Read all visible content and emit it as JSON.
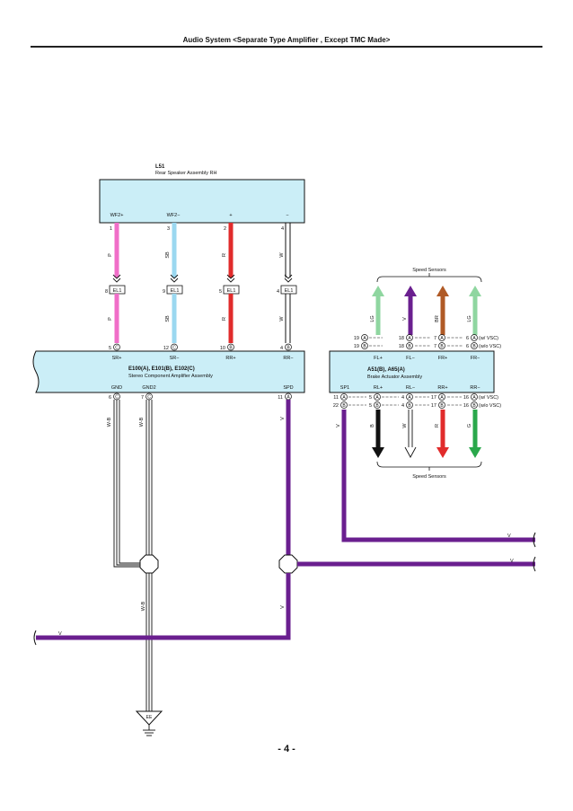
{
  "header": {
    "title": "Audio System <Separate Type Amplifier , Except TMC Made>"
  },
  "page_number": "- 4 -",
  "colors": {
    "component_fill": "#cbeef7",
    "pink": "#f06ec8",
    "sky_blue": "#9bd8f0",
    "red": "#e12b2b",
    "violet": "#6a1f8f",
    "light_green": "#8fd6a0",
    "brown": "#b05a26",
    "green": "#2aa84b",
    "black": "#111111"
  },
  "speaker": {
    "code": "L51",
    "name": "Rear Speaker Assembly RH",
    "pins": [
      {
        "label": "WF2+",
        "num": "1",
        "wire": "P"
      },
      {
        "label": "WF2−",
        "num": "3",
        "wire": "SB"
      },
      {
        "label": "+",
        "num": "2",
        "wire": "R"
      },
      {
        "label": "−",
        "num": "4",
        "wire": "W"
      }
    ]
  },
  "connectors": [
    {
      "pin": "8",
      "name": "EL1"
    },
    {
      "pin": "9",
      "name": "EL1"
    },
    {
      "pin": "5",
      "name": "EL1"
    },
    {
      "pin": "4",
      "name": "EL1"
    }
  ],
  "amplifier": {
    "codes": "E100(A), E101(B), E102(C)",
    "name": "Stereo Component Amplifier Assembly",
    "top_pins": [
      {
        "num": "5",
        "conn": "C",
        "label": "SR+"
      },
      {
        "num": "12",
        "conn": "C",
        "label": "SR−"
      },
      {
        "num": "10",
        "conn": "B",
        "label": "RR+"
      },
      {
        "num": "4",
        "conn": "B",
        "label": "RR−"
      }
    ],
    "bottom_pins": [
      {
        "num": "6",
        "conn": "C",
        "label": "GND",
        "wire": "W-B"
      },
      {
        "num": "7",
        "conn": "C",
        "label": "GND2",
        "wire": "W-B"
      },
      {
        "num": "11",
        "conn": "A",
        "label": "SPD",
        "wire": "V"
      }
    ]
  },
  "actuator": {
    "codes": "A51(B), A65(A)",
    "name": "Brake Actuator Assembly",
    "speed_sensors_label": "Speed Sensors",
    "top_labels": [
      "FL+",
      "FL−",
      "FR+",
      "FR−"
    ],
    "bottom_labels": [
      "SP1",
      "RL+",
      "RL−",
      "RR+",
      "RR−"
    ],
    "top_wires": [
      "LG",
      "V",
      "BR",
      "LG"
    ],
    "bottom_wires": [
      "B",
      "W",
      "R",
      "G"
    ],
    "sp1_wire": "V",
    "top_rows": [
      {
        "pins": [
          "19",
          "18",
          "7",
          "6"
        ],
        "conn": "A",
        "note": "(w/ VSC)"
      },
      {
        "pins": [
          "19",
          "18",
          "7",
          "6"
        ],
        "conn": "B",
        "note": "(w/o VSC)"
      }
    ],
    "bottom_rows": [
      {
        "sp1": "11",
        "pins": [
          "5",
          "4",
          "17",
          "16"
        ],
        "conn": "A",
        "note": "(w/ VSC)"
      },
      {
        "sp1": "22",
        "pins": [
          "5",
          "4",
          "17",
          "16"
        ],
        "conn": "B",
        "note": "(w/o VSC)"
      }
    ]
  },
  "ground": {
    "label": "EE",
    "wire": "W-B"
  },
  "v_wire_label": "V"
}
